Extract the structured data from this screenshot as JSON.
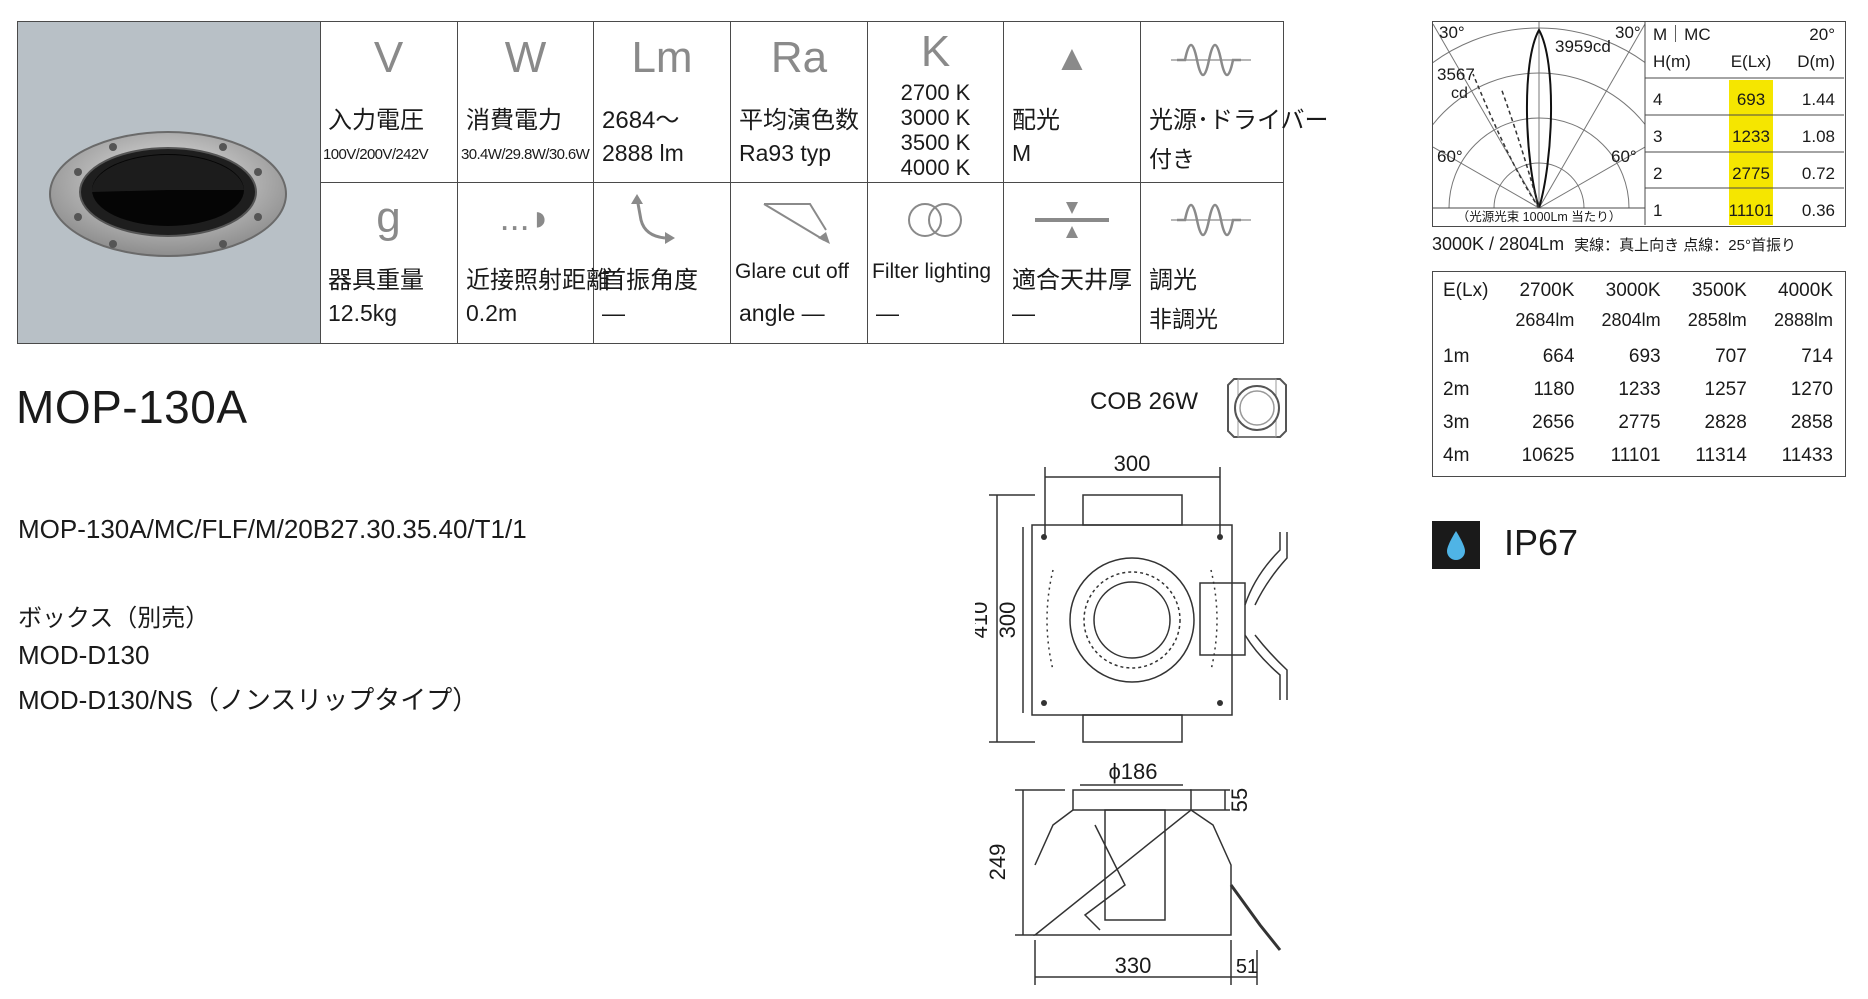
{
  "specs": [
    {
      "symbol": "V",
      "label": "入力電圧",
      "value": "100V/200V/242V",
      "small": true
    },
    {
      "symbol": "W",
      "label": "消費電力",
      "value": "30.4W/29.8W/30.6W",
      "small": true
    },
    {
      "symbol": "Lm",
      "label": "2684〜",
      "value": "2888 lm"
    },
    {
      "symbol": "Ra",
      "label": "平均演色数",
      "value": "Ra93 typ"
    },
    {
      "symbol": "K",
      "kelvins": [
        "2700 K",
        "3000 K",
        "3500 K",
        "4000 K"
      ]
    },
    {
      "symbol": "▲",
      "label": "配光",
      "value": "M"
    },
    {
      "symbol": "sine",
      "label": "光源･ドライバー",
      "value": "付き"
    },
    {
      "symbol": "g",
      "label": "器具重量",
      "value": "12.5kg"
    },
    {
      "symbol": "...◗",
      "label": "近接照射距離",
      "value": "0.2m"
    },
    {
      "symbol": "tilt",
      "label": "首振角度",
      "value": "—"
    },
    {
      "symbol": "glare",
      "label": "Glare cut off",
      "value": "angle —"
    },
    {
      "symbol": "filter",
      "label": "Filter lighting",
      "value": "—"
    },
    {
      "symbol": "ceiling",
      "label": "適合天井厚",
      "value": "—"
    },
    {
      "symbol": "sine",
      "label": "調光",
      "value": "非調光"
    }
  ],
  "model": "MOP-130A",
  "product_code": "MOP-130A/MC/FLF/M/20B27.30.35.40/T1/1",
  "box_label": "ボックス（別売）",
  "box_items": [
    "MOD-D130",
    "MOD-D130/NS（ノンスリップタイプ）"
  ],
  "cob_label": "COB 26W",
  "drawing": {
    "top_dims": {
      "width_top": "300",
      "height_outer": "410",
      "height_inner": "300"
    },
    "side_dims": {
      "diameter": "ϕ186",
      "top_h": "55",
      "height": "249",
      "width": "330",
      "side": "51"
    }
  },
  "polar": {
    "angles": [
      "30°",
      "30°",
      "60°",
      "60°"
    ],
    "peak_cd": "3959cd",
    "dashed_cd_value": "3567",
    "dashed_cd_unit": "cd",
    "note": "（光源光束 1000Lm 当たり）",
    "table_title": "M｜MC",
    "table_angle": "20°",
    "headers": [
      "H(m)",
      "E(Lx)",
      "D(m)"
    ],
    "rows": [
      {
        "h": "4",
        "e": "693",
        "d": "1.44"
      },
      {
        "h": "3",
        "e": "1233",
        "d": "1.08"
      },
      {
        "h": "2",
        "e": "2775",
        "d": "0.72"
      },
      {
        "h": "1",
        "e": "11101",
        "d": "0.36"
      }
    ],
    "beam_color": "#f5e600"
  },
  "polar_caption": "3000K / 2804Lm",
  "polar_caption_sub": "実線：真上向き 点線：25°首振り",
  "lux_table": {
    "header": [
      "E(Lx)",
      "2700K",
      "3000K",
      "3500K",
      "4000K"
    ],
    "subheader": [
      "",
      "2684lm",
      "2804lm",
      "2858lm",
      "2888lm"
    ],
    "rows": [
      [
        "1m",
        "664",
        "693",
        "707",
        "714"
      ],
      [
        "2m",
        "1180",
        "1233",
        "1257",
        "1270"
      ],
      [
        "3m",
        "2656",
        "2775",
        "2828",
        "2858"
      ],
      [
        "4m",
        "10625",
        "11101",
        "11314",
        "11433"
      ]
    ]
  },
  "ip_rating": "IP67",
  "colors": {
    "photo_bg": "#b8c0c6",
    "icon_grey": "#8a8a8a",
    "ip_drop": "#4fb4e6"
  }
}
